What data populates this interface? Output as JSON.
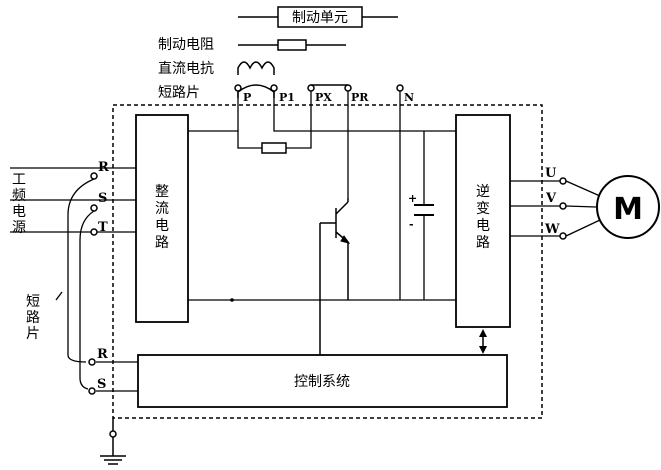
{
  "legend": {
    "brake_unit": "制动单元",
    "brake_resistor": "制动电阻",
    "dc_reactor": "直流电抗",
    "short_plate": "短路片"
  },
  "terminals": {
    "P": "P",
    "P1": "P1",
    "PX": "PX",
    "PR": "PR",
    "N": "N",
    "R": "R",
    "S": "S",
    "T": "T",
    "U": "U",
    "V": "V",
    "W": "W",
    "R_ctrl": "R",
    "S_ctrl": "S"
  },
  "power_source": [
    "工",
    "频",
    "电",
    "源"
  ],
  "short_plate_side": [
    "短",
    "路",
    "片"
  ],
  "rectifier": [
    "整",
    "流",
    "电",
    "路"
  ],
  "inverter": [
    "逆",
    "变",
    "电",
    "路"
  ],
  "control_system": "控制系统",
  "motor": "M",
  "capacitor_signs": {
    "plus": "+",
    "minus": "-"
  }
}
